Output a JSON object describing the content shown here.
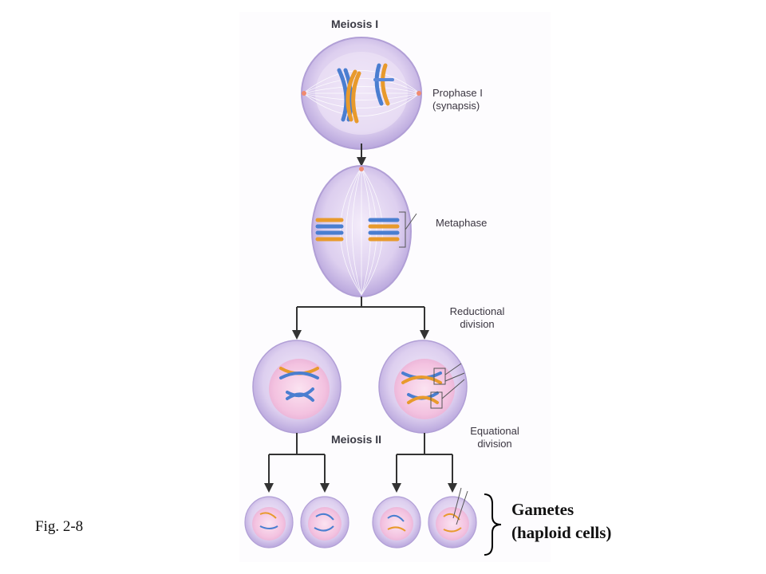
{
  "figure": {
    "title_top": "Meiosis I",
    "title_mid": "Meiosis II",
    "stages": {
      "prophase": "Prophase I\n(synapsis)",
      "metaphase": "Metaphase",
      "reductional": "Reductional\ndivision",
      "equational": "Equational\ndivision"
    },
    "gametes_label": "Gametes\n(haploid cells)",
    "fig_caption": "Fig. 2-8"
  },
  "colors": {
    "cell_membrane": "#b9a7dd",
    "cell_interior": "#e8dcf4",
    "nucleus_pink": "#f3c2e0",
    "chrom_orange": "#e89a2c",
    "chrom_blue": "#4a7ed0",
    "arrow": "#333333"
  }
}
